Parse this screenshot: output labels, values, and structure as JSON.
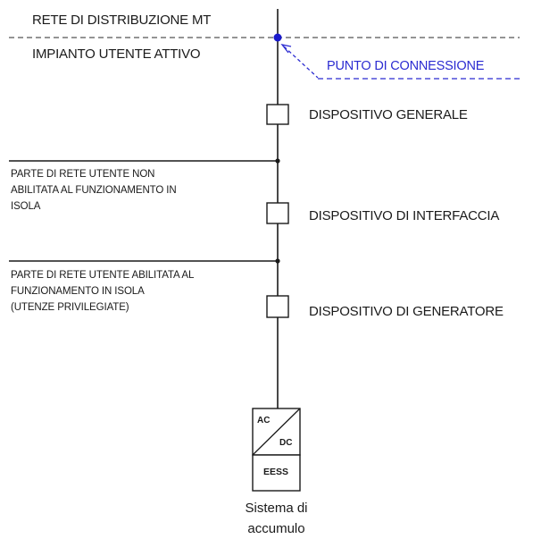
{
  "network": {
    "upper_label": "RETE DI DISTRIBUZIONE MT",
    "lower_label": "IMPIANTO UTENTE ATTIVO"
  },
  "connection_point": {
    "label": "PUNTO DI CONNESSIONE",
    "color": "#2b2bd1"
  },
  "devices": [
    {
      "label": "DISPOSITIVO GENERALE"
    },
    {
      "label": "DISPOSITIVO DI INTERFACCIA"
    },
    {
      "label": "DISPOSITIVO DI GENERATORE"
    }
  ],
  "branches": [
    {
      "lines": [
        "PARTE DI RETE UTENTE NON",
        "ABILITATA AL FUNZIONAMENTO IN",
        "ISOLA"
      ]
    },
    {
      "lines": [
        "PARTE DI RETE UTENTE ABILITATA AL",
        "FUNZIONAMENTO IN ISOLA",
        "(UTENZE PRIVILEGIATE)"
      ]
    }
  ],
  "converter": {
    "ac_label": "AC",
    "dc_label": "DC"
  },
  "storage": {
    "box_label": "EESS",
    "caption_line1": "Sistema di",
    "caption_line2": "accumulo"
  }
}
